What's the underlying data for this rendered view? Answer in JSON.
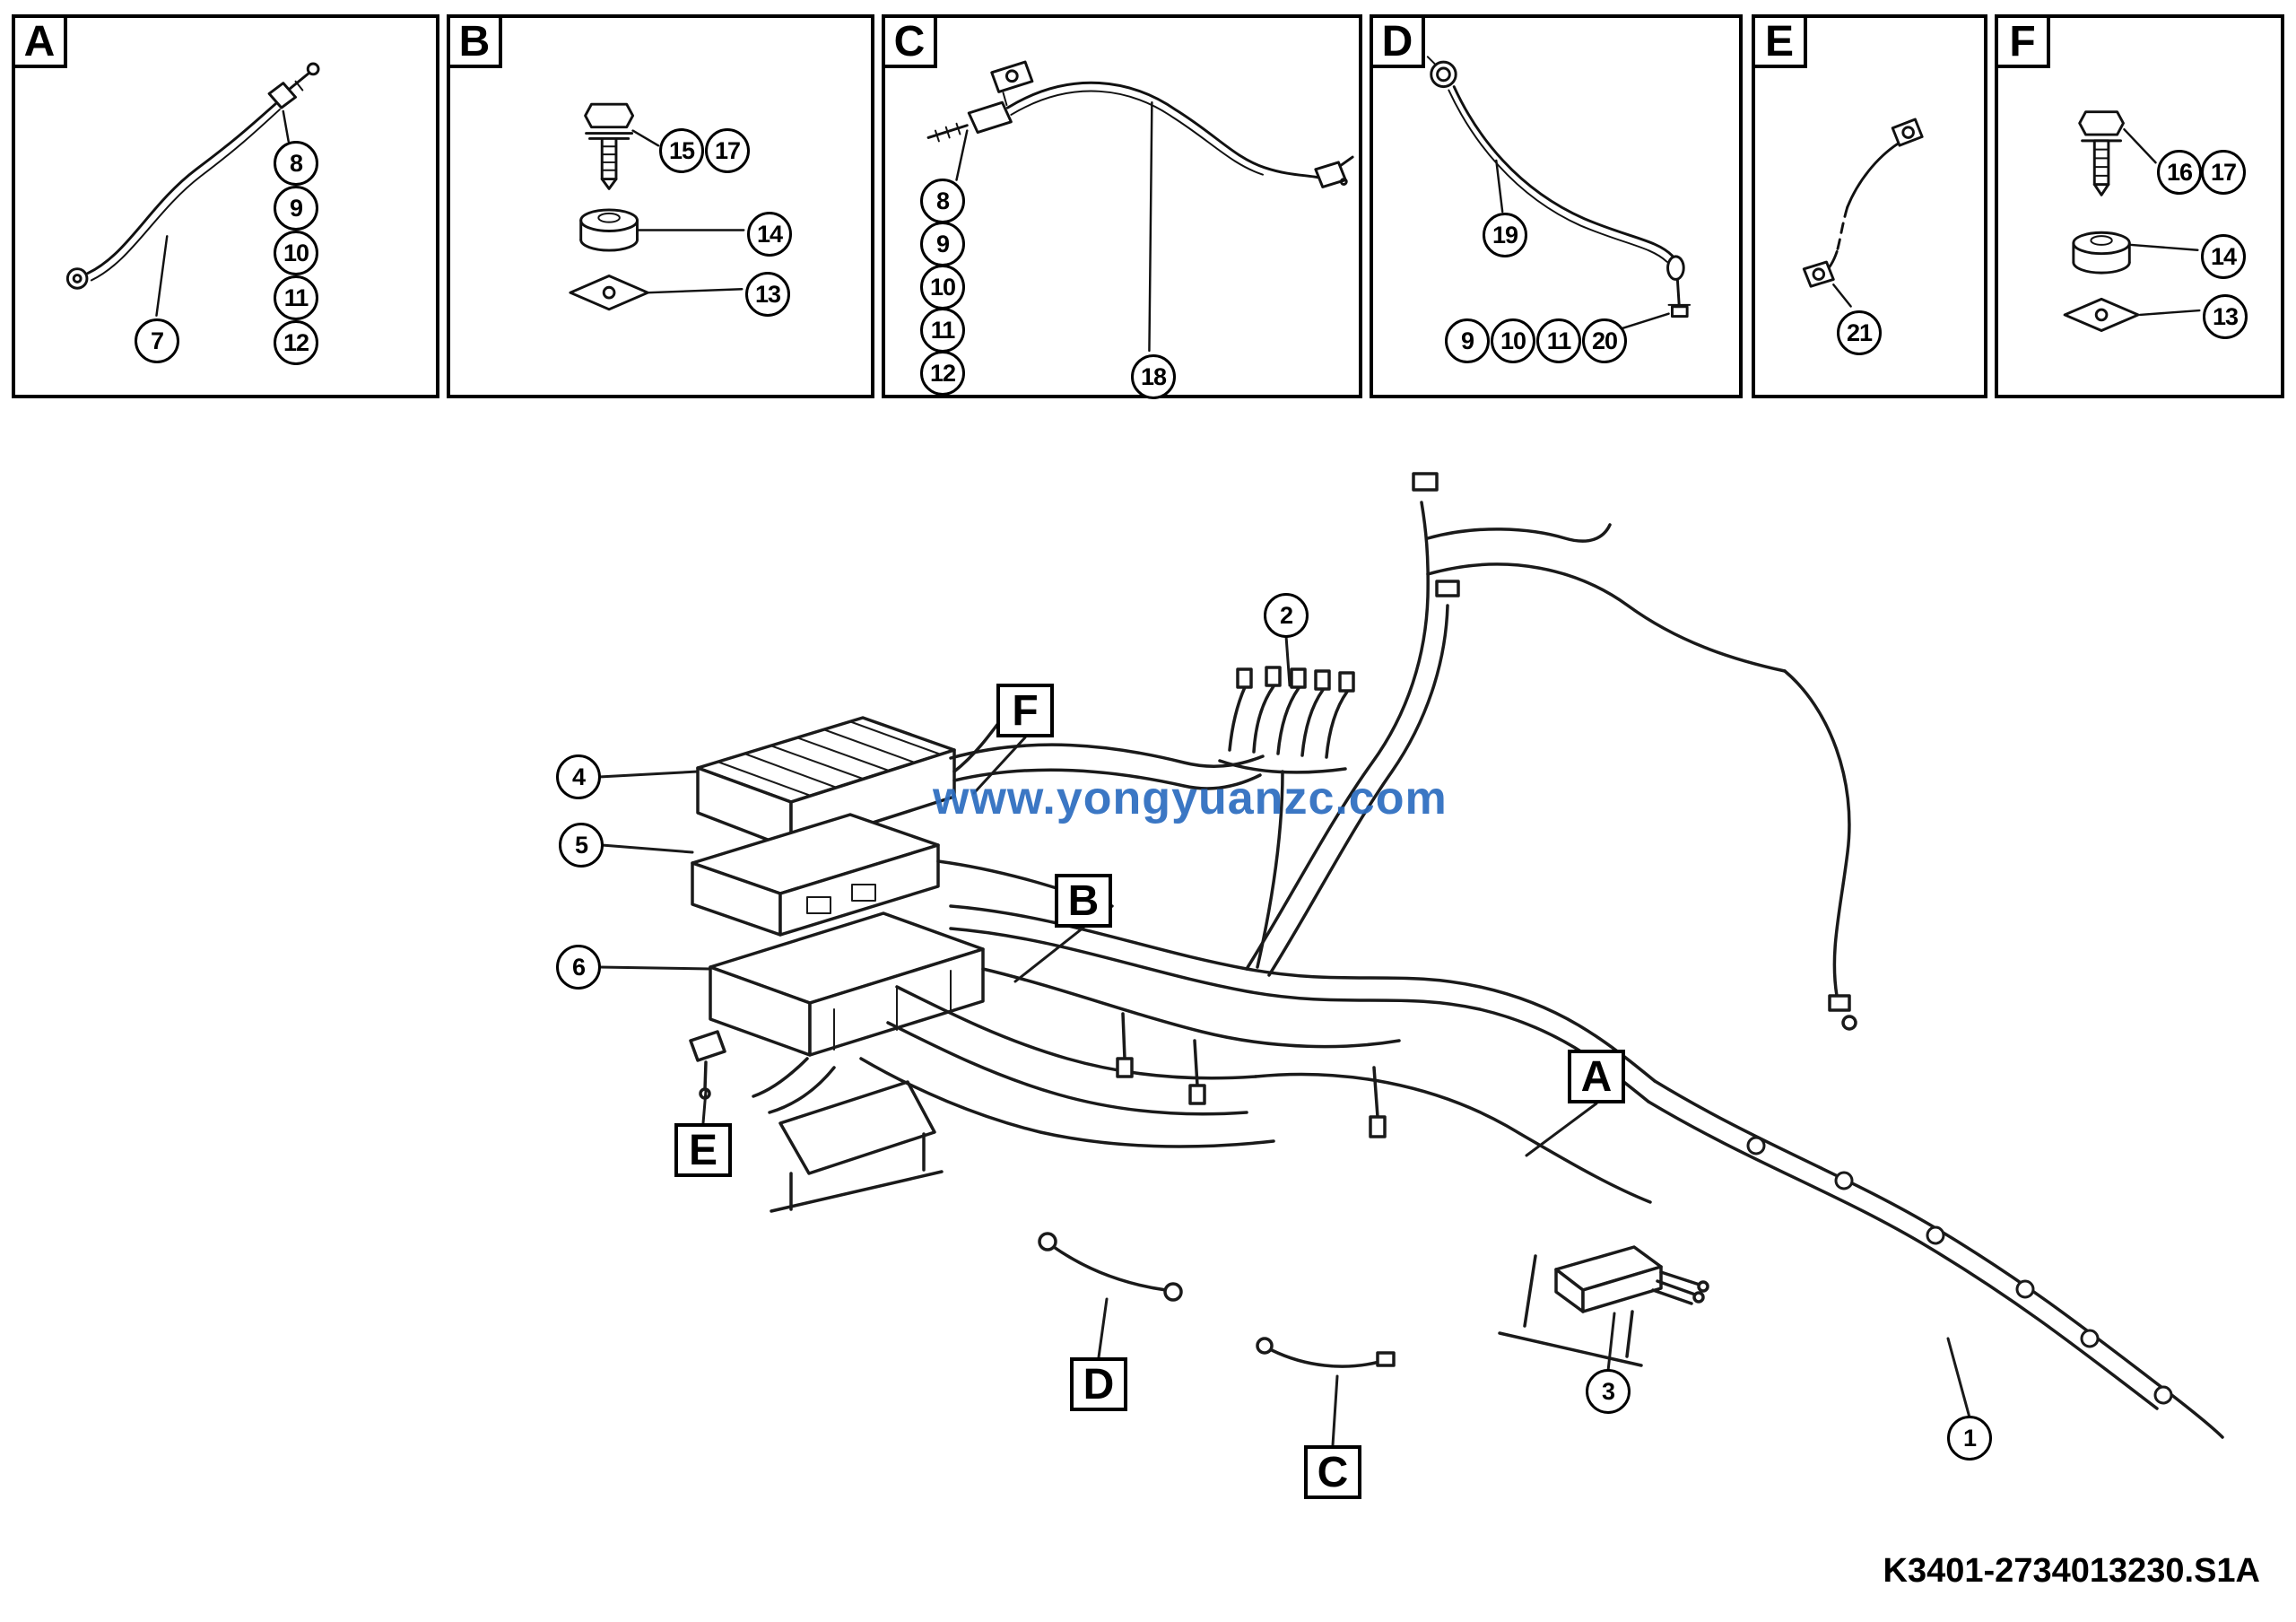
{
  "doc": {
    "watermark": "www.yongyuanzc.com",
    "part_number": "K3401-2734013230.S1A"
  },
  "panels": [
    {
      "label": "A",
      "callouts": [
        "7",
        "8",
        "9",
        "10",
        "11",
        "12"
      ]
    },
    {
      "label": "B",
      "callouts": [
        "15",
        "17",
        "14",
        "13"
      ]
    },
    {
      "label": "C",
      "callouts": [
        "8",
        "9",
        "10",
        "11",
        "12",
        "18"
      ]
    },
    {
      "label": "D",
      "callouts": [
        "19",
        "9",
        "10",
        "11",
        "20"
      ]
    },
    {
      "label": "E",
      "callouts": [
        "21"
      ]
    },
    {
      "label": "F",
      "callouts": [
        "16",
        "17",
        "14",
        "13"
      ]
    }
  ],
  "main": {
    "letters": [
      "F",
      "B",
      "E",
      "A",
      "D",
      "C"
    ],
    "numbers": [
      "4",
      "5",
      "6",
      "2",
      "3",
      "1"
    ]
  }
}
